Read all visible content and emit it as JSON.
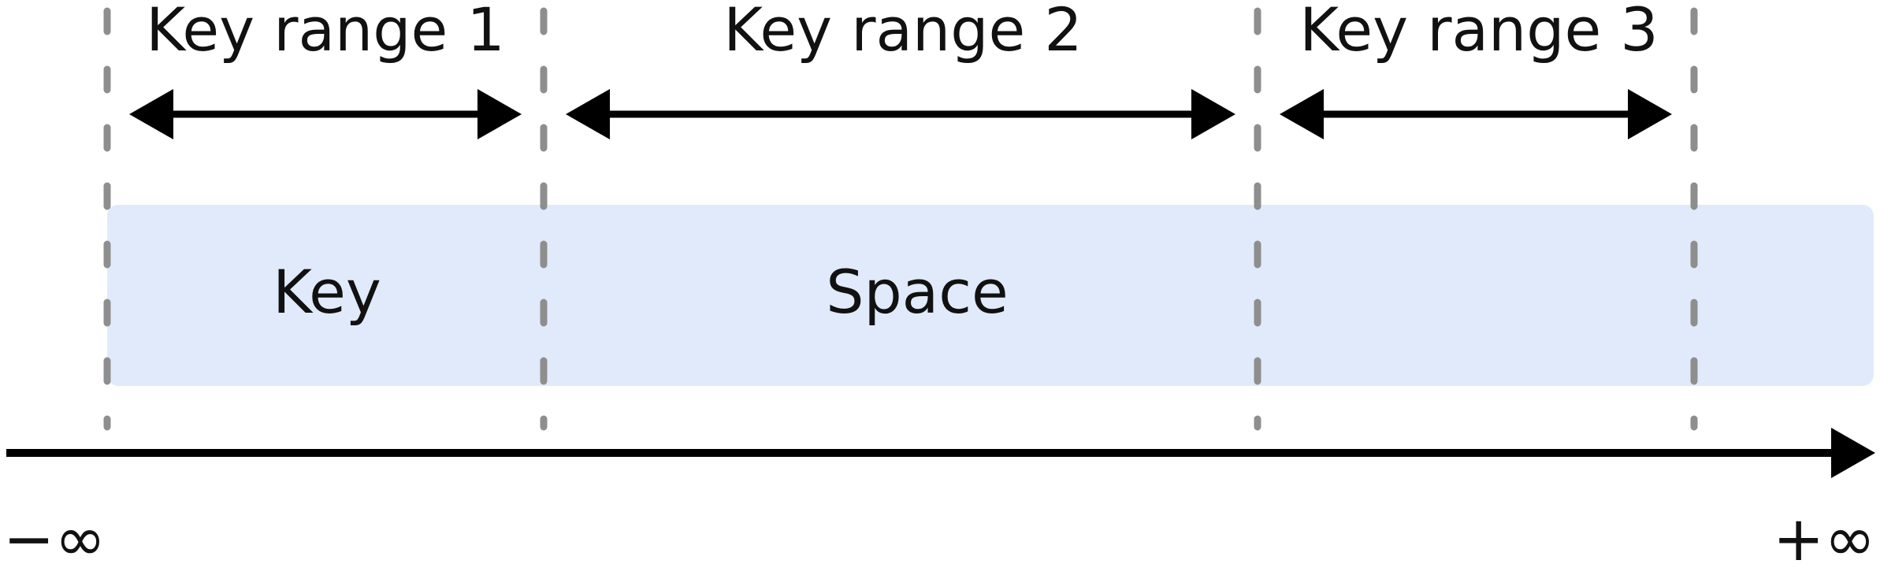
{
  "diagram": {
    "key_ranges": [
      {
        "label": "Key range 1"
      },
      {
        "label": "Key range 2"
      },
      {
        "label": "Key range 3"
      }
    ],
    "key_space": {
      "words": [
        "Key",
        "Space"
      ],
      "fill_color": "#e1eafb"
    },
    "axis": {
      "start_label": "−∞",
      "end_label": "+∞"
    },
    "colors": {
      "boundary_dash": "#8e8e8e",
      "arrow": "#000000",
      "text": "#111111"
    }
  }
}
